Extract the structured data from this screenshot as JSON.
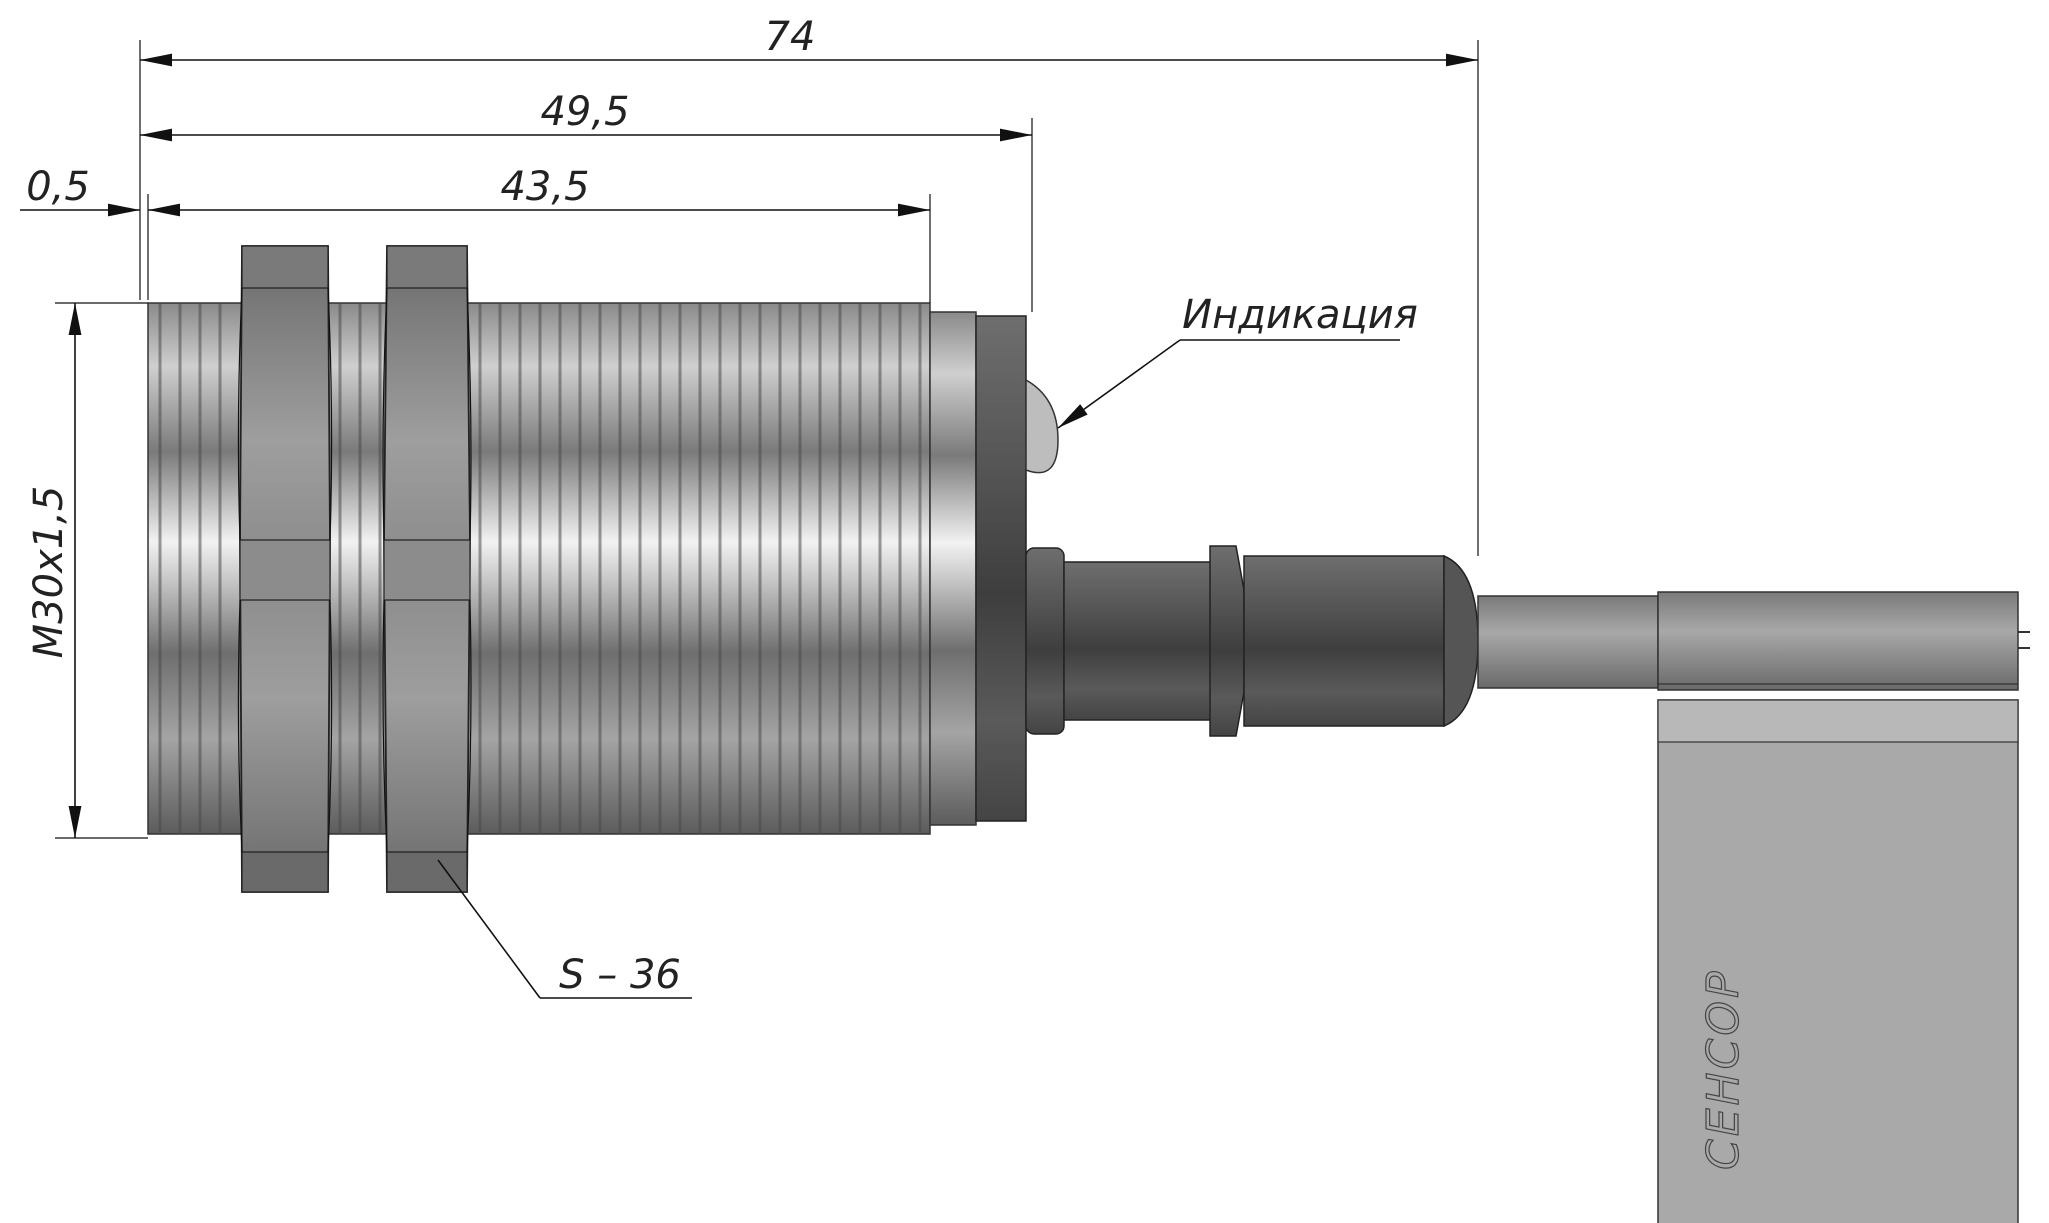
{
  "dimensions": {
    "overall_length": "74",
    "housing_length": "49,5",
    "thread_length": "43,5",
    "face_offset": "0,5",
    "thread_size": "M30x1,5"
  },
  "callouts": {
    "indicator": "Индикация",
    "nut_size": "S – 36"
  },
  "label": {
    "brand": "СЕНСОР"
  },
  "colors": {
    "metal_light": "#dcdcdc",
    "metal_mid": "#9a9a9a",
    "metal_dark": "#555555",
    "cable": "#8c8c8c",
    "label_gray": "#a9a9a9",
    "line": "#111111"
  }
}
